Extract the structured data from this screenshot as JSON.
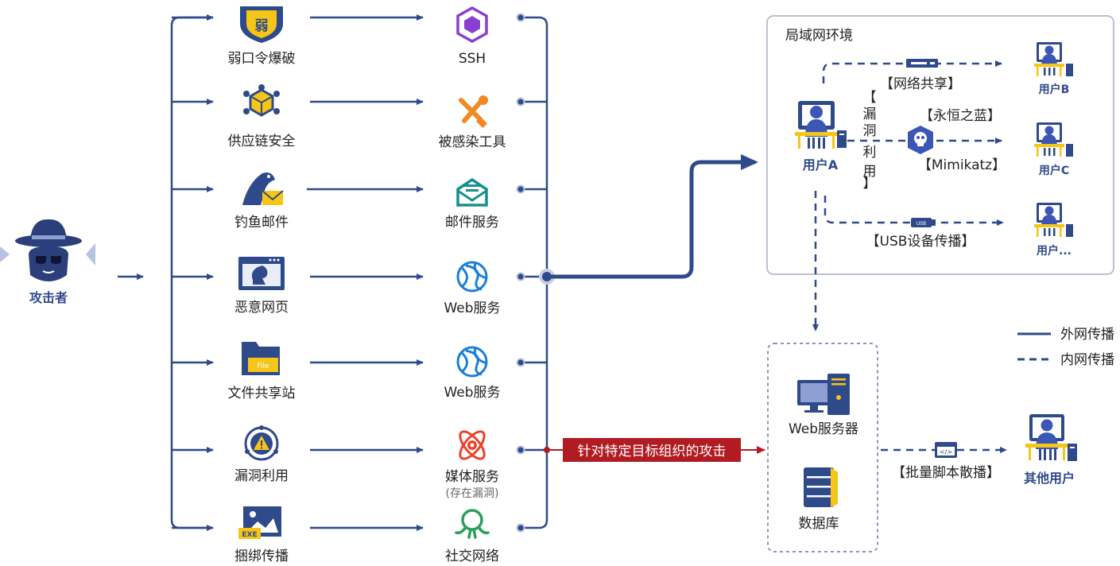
{
  "attacker": {
    "label": "攻击者"
  },
  "vectors": [
    {
      "label": "弱口令爆破",
      "icon": "weak-password-shield-icon",
      "icon_text": "弱"
    },
    {
      "label": "供应链安全",
      "icon": "supply-chain-cube-icon"
    },
    {
      "label": "钓鱼邮件",
      "icon": "phishing-hook-mail-icon"
    },
    {
      "label": "恶意网页",
      "icon": "malicious-webpage-icon"
    },
    {
      "label": "文件共享站",
      "icon": "file-folder-icon",
      "icon_text": "File"
    },
    {
      "label": "漏洞利用",
      "icon": "vulnerability-warning-icon"
    },
    {
      "label": "捆绑传播",
      "icon": "exe-bundle-icon",
      "icon_text": "EXE"
    }
  ],
  "targets": [
    {
      "label": "SSH",
      "icon": "ssh-cube-icon"
    },
    {
      "label": "被感染工具",
      "icon": "infected-tools-icon"
    },
    {
      "label": "邮件服务",
      "icon": "mail-service-icon"
    },
    {
      "label": "Web服务",
      "icon": "web-globe-icon"
    },
    {
      "label": "Web服务",
      "icon": "web-globe-icon"
    },
    {
      "label": "媒体服务",
      "sublabel": "(存在漏洞)",
      "icon": "media-atom-icon"
    },
    {
      "label": "社交网络",
      "icon": "social-network-icon"
    }
  ],
  "lan": {
    "title": "局域网环境",
    "user_a": "用户A",
    "exploit_vertical": [
      "【",
      "漏",
      "洞",
      "利",
      "用",
      "】"
    ],
    "network_share": "【网络共享】",
    "eternal_blue": "【永恒之蓝】",
    "mimikatz": "【Mimikatz】",
    "usb_spread": "【USB设备传播】",
    "usb_icon_text": "USB",
    "users": [
      "用户B",
      "用户C",
      "用户..."
    ]
  },
  "targeted_attack": "针对特定目标组织的攻击",
  "servers": {
    "web_server": "Web服务器",
    "database": "数据库"
  },
  "batch_script": "【批量脚本散播】",
  "script_icon_text": "</>",
  "other_users": "其他用户",
  "legend": {
    "external": "外网传播",
    "internal": "内网传播"
  },
  "colors": {
    "navy": "#2f4a8a",
    "blue": "#3b56b5",
    "purple": "#8a3fd1",
    "orange": "#f08a24",
    "teal": "#178f8f",
    "red": "#b01c22",
    "green": "#2aa05a",
    "yellow": "#f5c518",
    "lan_border": "#b9c2d2"
  }
}
